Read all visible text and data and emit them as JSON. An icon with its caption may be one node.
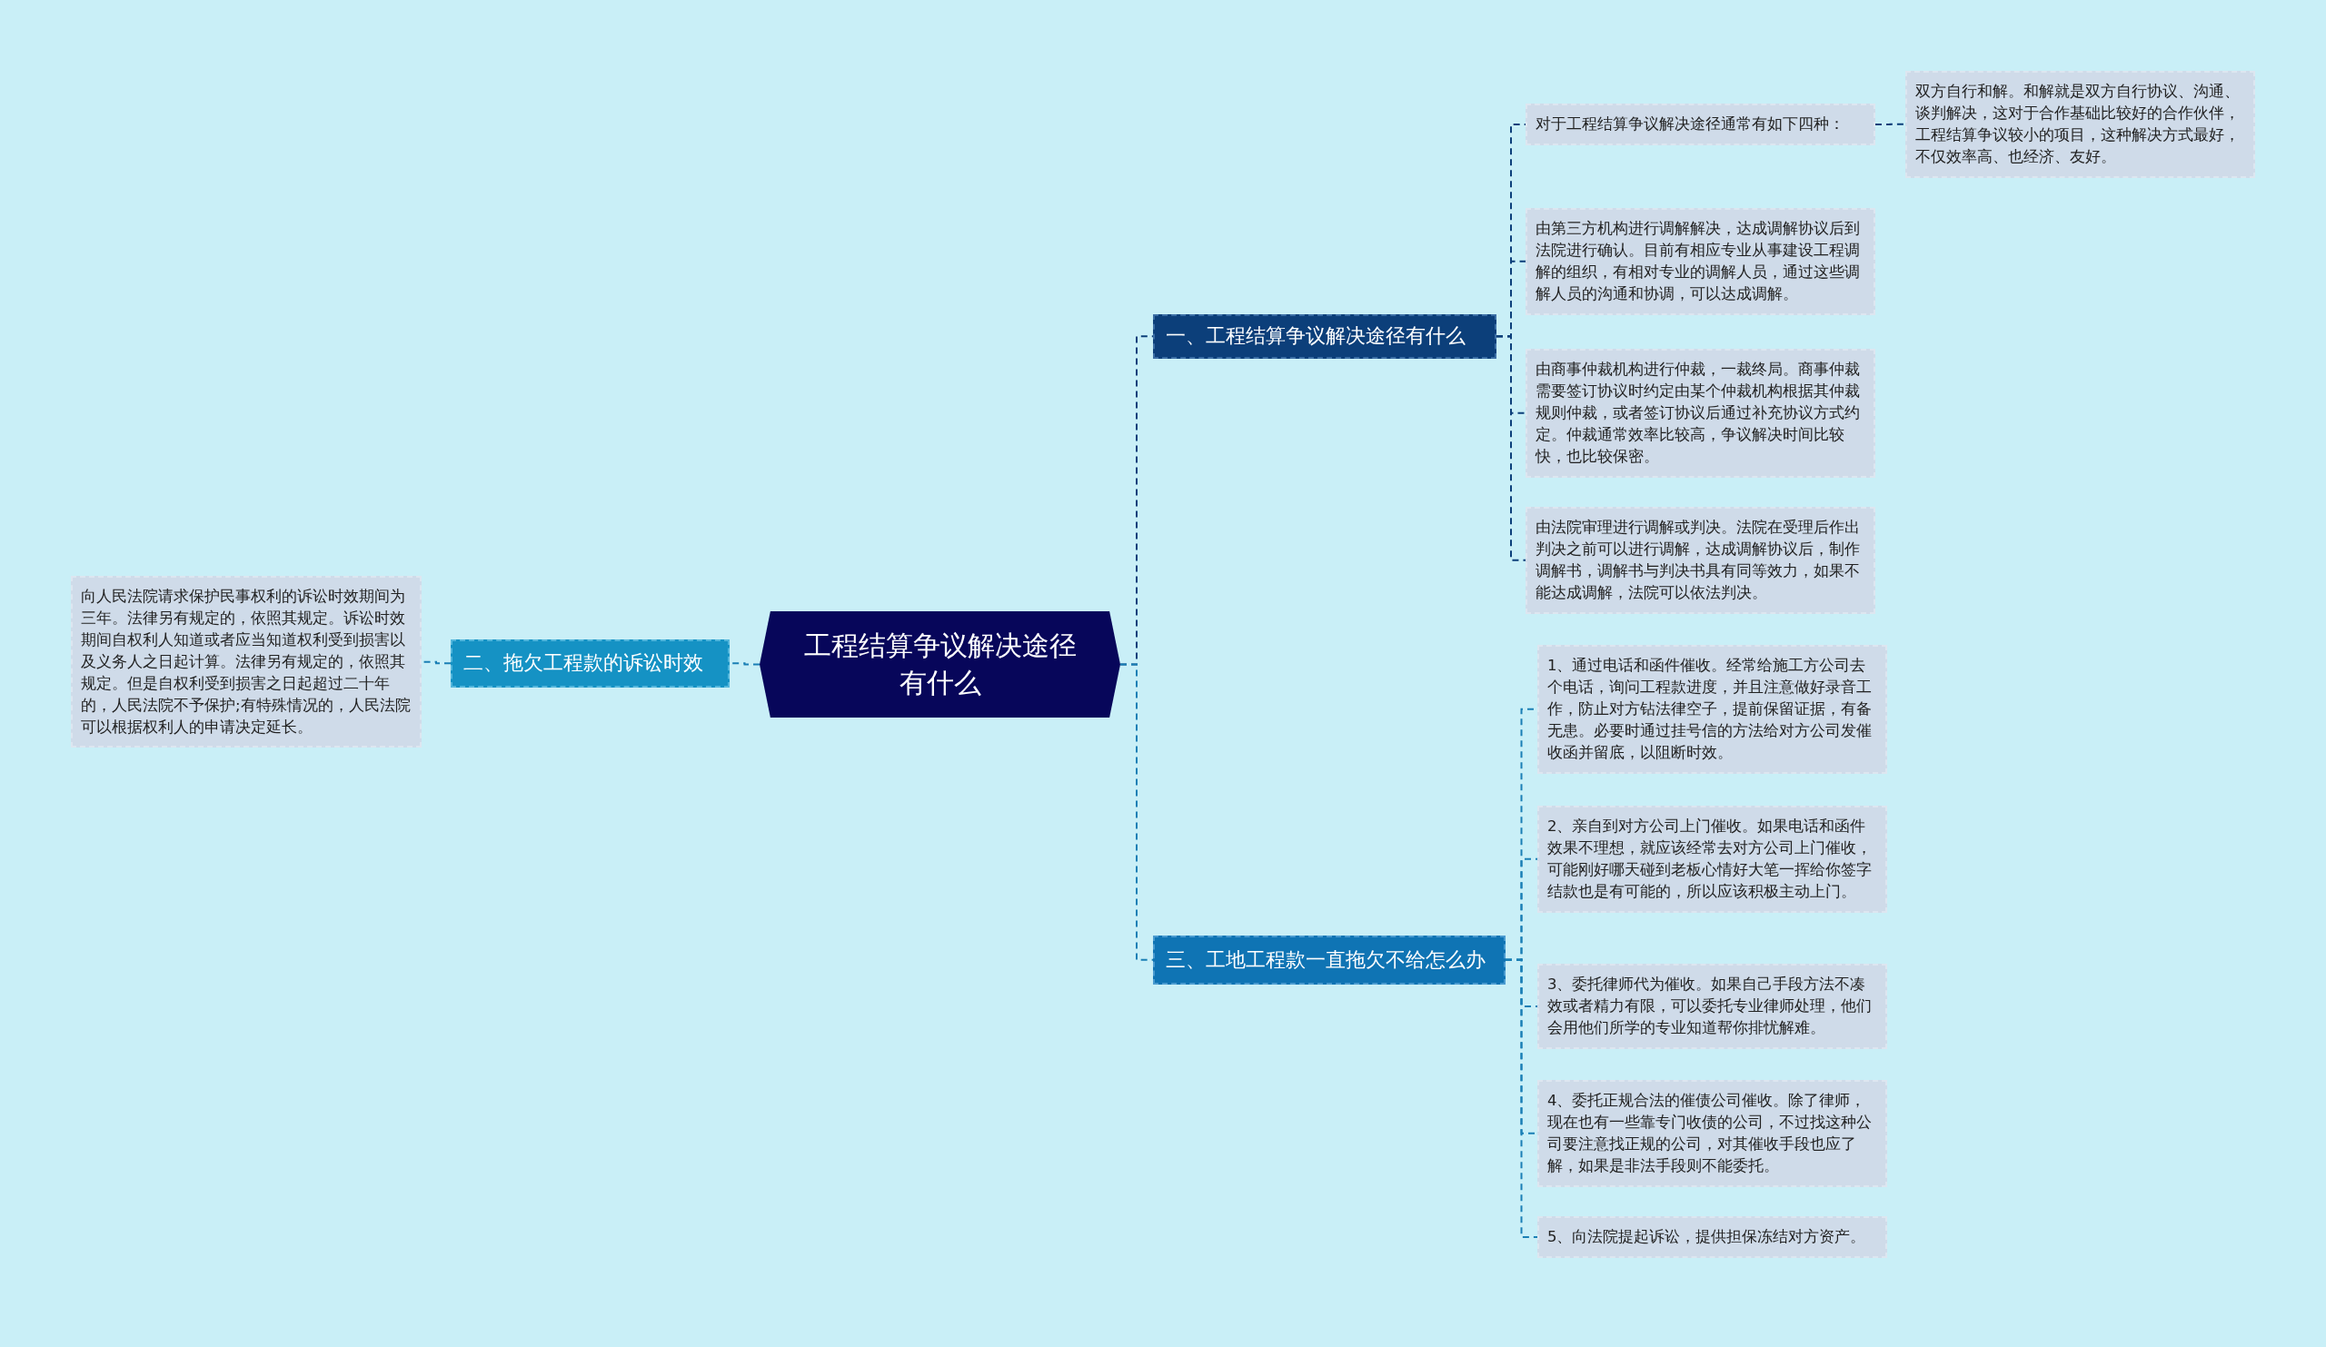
{
  "diagram": {
    "nodes": [
      {
        "text": [
          "工程结算争议解决途径有什么"
        ]
      },
      {
        "text": [
          "一、工程结算争议解决途径有什么"
        ]
      },
      {
        "text": [
          "对于工程结算争议解决途径通常有如下四种："
        ]
      },
      {
        "text": [
          "双方自行和解。和解就是双方自行协议、沟通、谈判解决，这对于合作基础比较好的合作伙伴，工程结算争议较小的项目，这种解决方式最好，不仅效率高、也经济、友好。"
        ]
      },
      {
        "text": [
          "由第三方机构进行调解解决，达成调解协议后到法院进行确认。目前有相应专业从事建设工程调解的组织，有相对专业的调解人员，通过这些调解人员的沟通和协调，可以达成调解。"
        ]
      },
      {
        "text": [
          "由商事仲裁机构进行仲裁，一裁终局。商事仲裁需要签订协议时约定由某个仲裁机构根据其仲裁规则仲裁，或者签订协议后通过补充协议方式约定。仲裁通常效率比较高，争议解决时间比较快，也比较保密。"
        ]
      },
      {
        "text": [
          "由法院审理进行调解或判决。法院在受理后作出判决之前可以进行调解，达成调解协议后，制作调解书，调解书与判决书具有同等效力，如果不能达成调解，法院可以依法判决。"
        ]
      },
      {
        "text": [
          "二、拖欠工程款的诉讼时效"
        ]
      },
      {
        "text": [
          "向人民法院请求保护民事权利的诉讼时效期间为三年。法律另有规定的，依照其规定。诉讼时效期间自权利人知道或者应当知道权利受到损害以及义务人之日起计算。法律另有规定的，依照其规定。但是自权利受到损害之日起超过二十年的，人民法院不予保护;有特殊情况的，人民法院可以根据权利人的申请决定延长。"
        ]
      },
      {
        "text": [
          "三、工地工程款一直拖欠不给怎么办"
        ]
      },
      {
        "text": [
          "1、通过电话和函件催收。经常给施工方公司去个电话，询问工程款进度，并且注意做好录音工作，防止对方钻法律空子，提前保留证据，有备无患。必要时通过挂号信的方法给对方公司发催收函并留底，以阻断时效。"
        ]
      },
      {
        "text": [
          "2、亲自到对方公司上门催收。如果电话和函件效果不理想，就应该经常去对方公司上门催收，可能刚好哪天碰到老板心情好大笔一挥给你签字结款也是有可能的，所以应该积极主动上门。"
        ]
      },
      {
        "text": [
          "3、委托律师代为催收。如果自己手段方法不凑效或者精力有限，可以委托专业律师处理，他们会用他们所学的专业知道帮你排忧解难。"
        ]
      },
      {
        "text": [
          "4、委托正规合法的催债公司催收。除了律师，现在也有一些靠专门收债的公司，不过找这种公司要注意找正规的公司，对其催收手段也应了解，如果是非法手段则不能委托。"
        ]
      },
      {
        "text": [
          "5、向法院提起诉讼，提供担保冻结对方资产。"
        ]
      }
    ],
    "edges": [
      {
        "from": 0,
        "to": 1,
        "arrow": "none",
        "style": "dashed",
        "color": "#0c3f7a"
      },
      {
        "from": 1,
        "to": 2,
        "arrow": "none",
        "style": "dashed",
        "color": "#0c3f7a"
      },
      {
        "from": 2,
        "to": 3,
        "arrow": "none",
        "style": "dashed",
        "color": "#0c3f7a"
      },
      {
        "from": 1,
        "to": 4,
        "arrow": "none",
        "style": "dashed",
        "color": "#0c3f7a"
      },
      {
        "from": 1,
        "to": 5,
        "arrow": "none",
        "style": "dashed",
        "color": "#0c3f7a"
      },
      {
        "from": 1,
        "to": 6,
        "arrow": "none",
        "style": "dashed",
        "color": "#0c3f7a"
      },
      {
        "from": 0,
        "to": 7,
        "arrow": "none",
        "style": "dashed"
      },
      {
        "from": 7,
        "to": 8,
        "arrow": "none",
        "style": "dashed"
      },
      {
        "from": 0,
        "to": 9,
        "arrow": "none",
        "style": "dashed"
      },
      {
        "from": 9,
        "to": 10,
        "arrow": "none",
        "style": "dashed"
      },
      {
        "from": 9,
        "to": 11,
        "arrow": "none",
        "style": "dashed"
      },
      {
        "from": 9,
        "to": 12,
        "arrow": "none",
        "style": "dashed"
      },
      {
        "from": 9,
        "to": 13,
        "arrow": "none",
        "style": "dashed"
      },
      {
        "from": 9,
        "to": 14,
        "arrow": "none",
        "style": "dashed"
      }
    ]
  }
}
